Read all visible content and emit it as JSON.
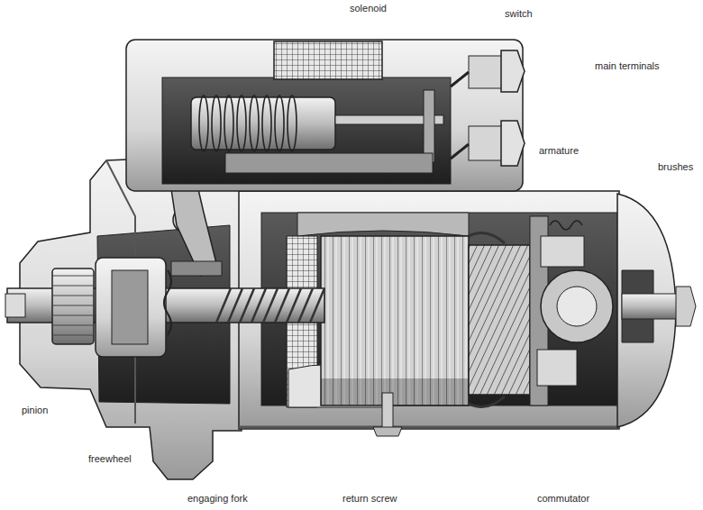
{
  "diagram": {
    "labels": [
      "solenoid",
      "switch",
      "main terminals",
      "armature",
      "brushes",
      "pinion",
      "freewheel",
      "engaging fork",
      "return screw",
      "commutator"
    ]
  }
}
